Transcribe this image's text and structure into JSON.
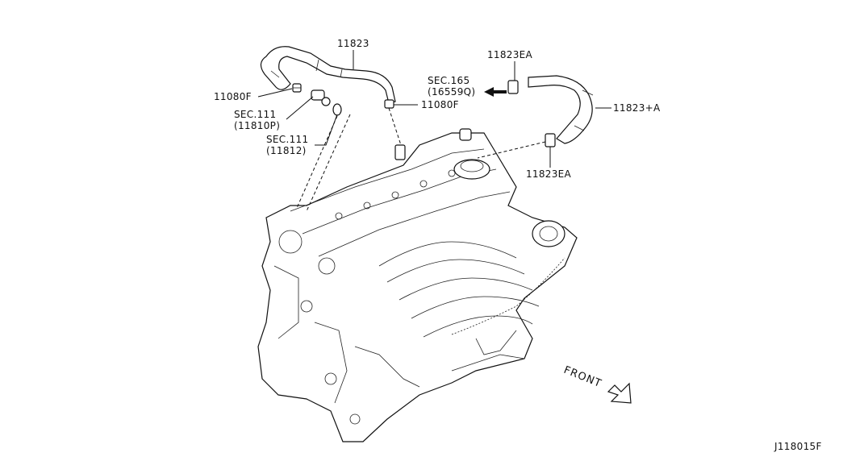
{
  "figure_code": "J118015F",
  "labels": {
    "hose_11823": "11823",
    "clamp_11080F_left": "11080F",
    "sec111_a_line1": "SEC.111",
    "sec111_a_line2": "(11810P)",
    "sec111_b_line1": "SEC.111",
    "sec111_b_line2": "(11812)",
    "clamp_11080F_center": "11080F",
    "sec165_line1": "SEC.165",
    "sec165_line2": "(16559Q)",
    "clamp_11823EA_top": "11823EA",
    "hose_11823A": "11823+A",
    "clamp_11823EA_bottom": "11823EA",
    "front": "FRONT"
  },
  "icons": {
    "front_arrow": "hollow-arrow-icon",
    "direction_arrow": "solid-arrow-left-icon"
  }
}
